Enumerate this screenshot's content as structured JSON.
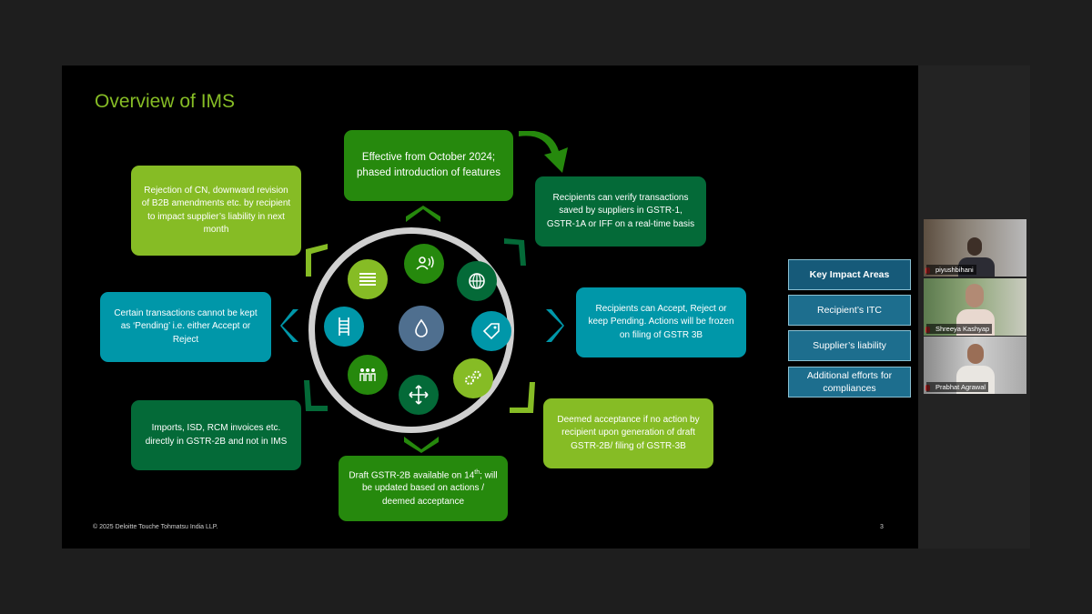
{
  "slide": {
    "title": "Overview of IMS",
    "footer": "© 2025 Deloitte Touche Tohmatsu India LLP.",
    "page_number": "3",
    "boxes": {
      "top": "Effective from October 2024; phased introduction of features",
      "top_right": "Recipients can verify transactions saved by suppliers in GSTR-1, GSTR-1A or IFF on a real-time basis",
      "right": "Recipients can Accept, Reject or keep Pending. Actions will be frozen on filing of GSTR 3B",
      "bottom_right": "Deemed acceptance if no action by recipient upon generation of draft GSTR-2B/ filing of GSTR-3B",
      "bottom_pre": "Draft GSTR-2B available on 14",
      "bottom_sup": "th",
      "bottom_post": "; will be updated based on actions / deemed acceptance",
      "bottom_left": "Imports, ISD, RCM invoices etc. directly in GSTR-2B and not in IMS",
      "left": "Certain transactions cannot be kept as ‘Pending’ i.e. either Accept or Reject",
      "top_left": "Rejection of CN, downward revision of B2B amendments etc. by recipient to impact supplier’s liability in next month"
    },
    "icons": [
      "document-lines-icon",
      "person-signal-icon",
      "globe-icon",
      "ladder-icon",
      "drop-icon",
      "tag-icon",
      "people-icon",
      "move-arrows-icon",
      "gears-icon"
    ],
    "key_impact": {
      "heading": "Key Impact Areas",
      "items": [
        "Recipient’s ITC",
        "Supplier’s liability",
        "Additional efforts for compliances"
      ]
    },
    "colors": {
      "light_green": "#86bc25",
      "green": "#26890d",
      "dark_green": "#046a38",
      "teal": "#0097a9",
      "title": "#86bc25"
    }
  },
  "participants": [
    {
      "name": "piyushbihani"
    },
    {
      "name": "Shreeya Kashyap"
    },
    {
      "name": "Prabhat Agrawal"
    }
  ]
}
